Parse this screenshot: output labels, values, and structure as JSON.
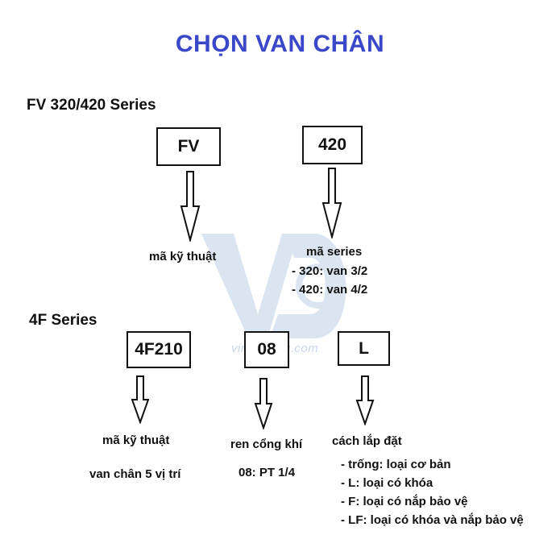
{
  "title": "CHỌN VAN CHÂN",
  "accent_color": "#3a47c8",
  "watermark": {
    "text": "vinhphong.com",
    "color": "#c9d6e8"
  },
  "fv_section": {
    "heading": "FV 320/420 Series",
    "boxes": [
      "FV",
      "420"
    ],
    "fv_desc": "mã kỹ thuật",
    "series_desc": {
      "title": "mã series",
      "lines": [
        "- 320: van 3/2",
        "- 420: van 4/2"
      ]
    }
  },
  "f4_section": {
    "heading": "4F Series",
    "boxes": [
      "4F210",
      "08",
      "L"
    ],
    "code_desc": {
      "title": "mã kỹ thuật",
      "note": "van chân 5 vị trí"
    },
    "thread_desc": {
      "title": "ren cổng khí",
      "note": "08: PT 1/4"
    },
    "mount_desc": {
      "title": "cách lắp đặt",
      "options": [
        "- trống: loại cơ bản",
        "- L: loại có khóa",
        "- F: loại có nắp bảo vệ",
        "- LF: loại có khóa và nắp bảo vệ"
      ]
    }
  }
}
